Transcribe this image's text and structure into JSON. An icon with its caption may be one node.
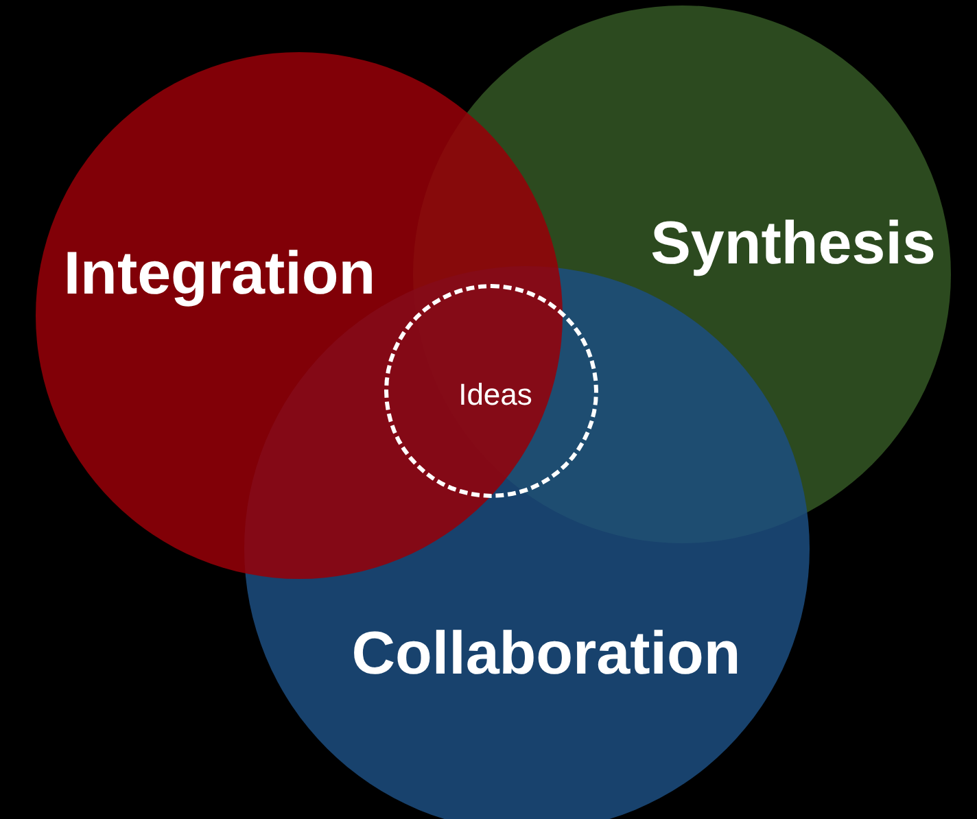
{
  "diagram": {
    "nodes": [
      {
        "text": [
          "Integration"
        ]
      },
      {
        "text": [
          "Synthesis"
        ]
      },
      {
        "text": [
          "Collaboration"
        ]
      },
      {
        "text": [
          "Ideas"
        ],
        "in": 2
      }
    ]
  }
}
